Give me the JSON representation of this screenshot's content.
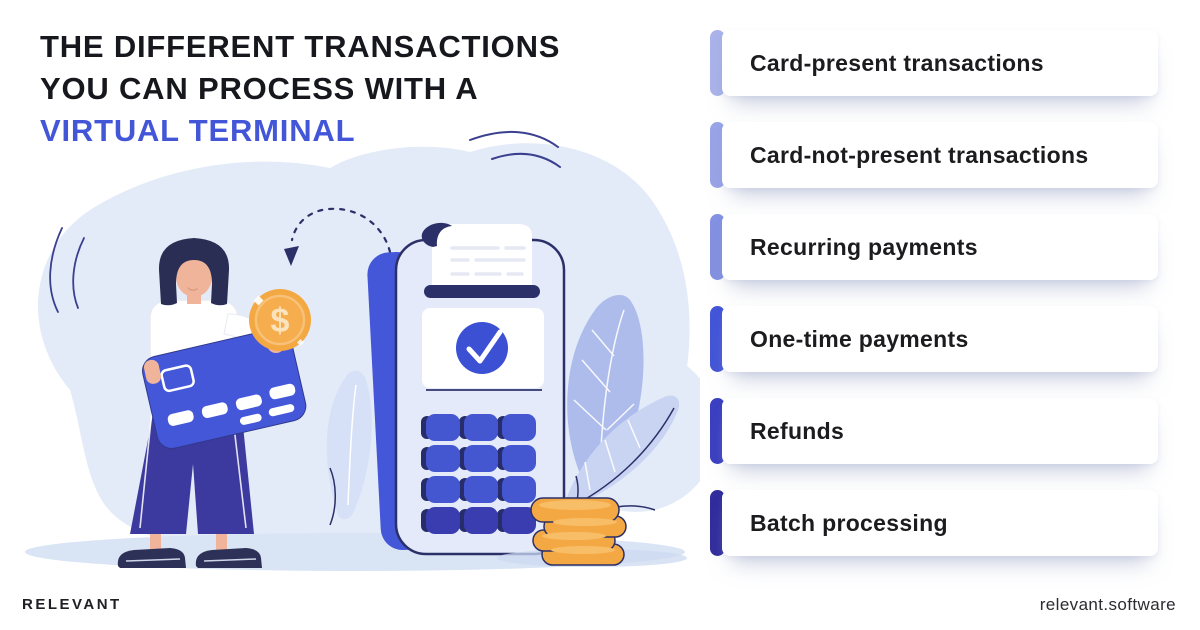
{
  "title": {
    "line1": "THE DIFFERENT TRANSACTIONS",
    "line2": "YOU CAN PROCESS WITH A",
    "line3": "VIRTUAL TERMINAL",
    "accent_color": "#4356d8",
    "text_color": "#17181d"
  },
  "list": {
    "items": [
      {
        "label": "Card-present transactions",
        "accent": "#a9b3ea"
      },
      {
        "label": "Card-not-present transactions",
        "accent": "#98a4e6"
      },
      {
        "label": "Recurring payments",
        "accent": "#8491e2"
      },
      {
        "label": "One-time payments",
        "accent": "#4355d8"
      },
      {
        "label": "Refunds",
        "accent": "#3b3fc1"
      },
      {
        "label": "Batch processing",
        "accent": "#322d9d"
      }
    ]
  },
  "footer": {
    "brand": "RELEVANT",
    "website": "relevant.software"
  },
  "illustration": {
    "coin_symbol": "$",
    "palette": {
      "card_blue": "#4457d9",
      "terminal_body": "#e4eafa",
      "terminal_outline": "#2b3068",
      "button_blue": "#4457d0",
      "button_dark": "#3a3db0",
      "check_circle": "#3c50d4",
      "coin_orange": "#f4a843",
      "coin_face": "#f5ad4e",
      "blob": "#e3eaf8",
      "ground": "#d9e4f5",
      "leaf_dark": "#aebcec",
      "leaf_light": "#c9d4f3",
      "hair_navy": "#2a2e55",
      "pants_indigo": "#3c3a9e",
      "skin": "#f0b49a"
    }
  }
}
